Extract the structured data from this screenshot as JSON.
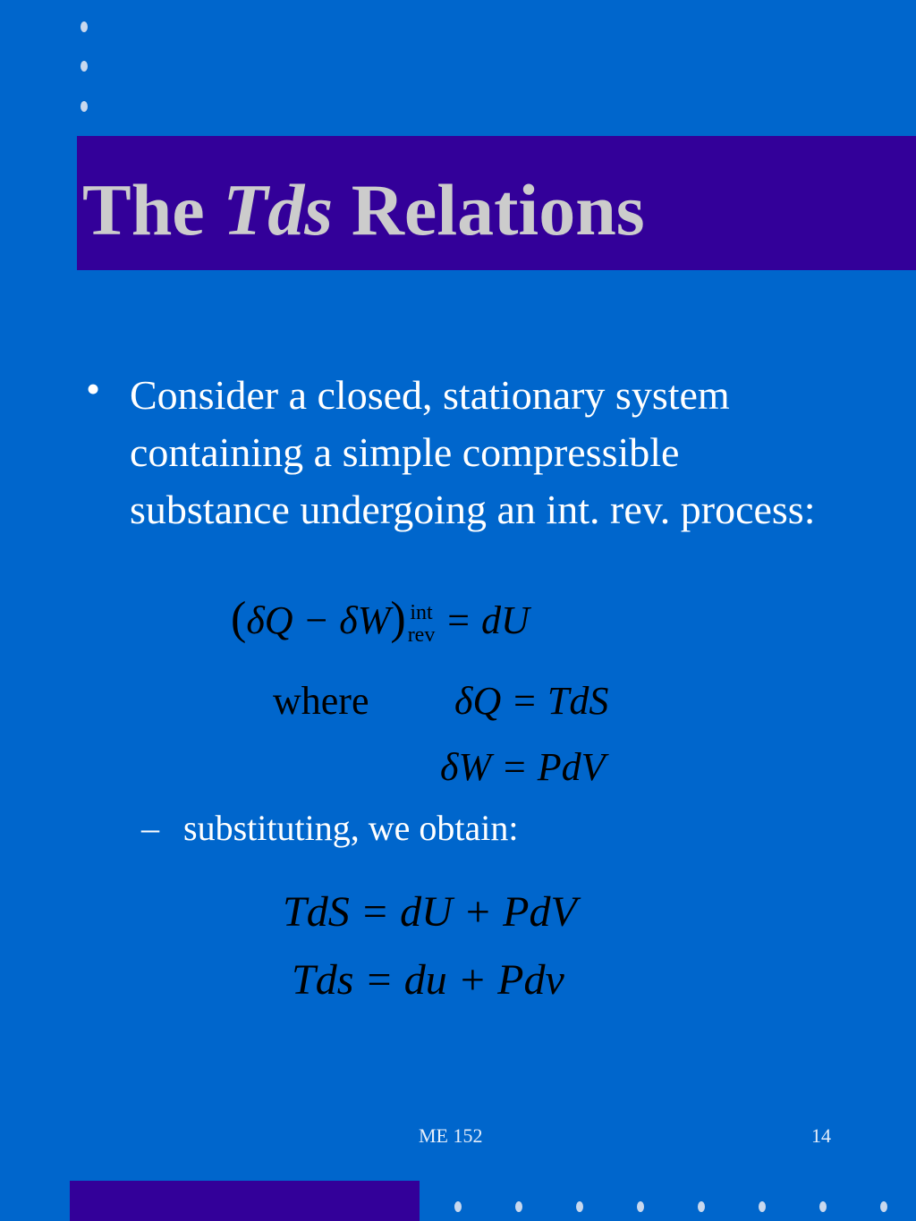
{
  "title": {
    "prefix": "The",
    "italic": "Tds",
    "suffix": "Relations"
  },
  "bullet": {
    "mark": "•",
    "text": "Consider a closed, stationary system containing a simple compressible substance undergoing an int. rev. process:"
  },
  "equations": {
    "energy": {
      "open": "(",
      "lhs": "δQ − δW",
      "close": ")",
      "sub_top": "int",
      "sub_bottom": "rev",
      "rhs": "= dU"
    },
    "where_label": "where",
    "heat": "δQ = TdS",
    "work": "δW = PdV"
  },
  "sub_bullet": {
    "mark": "–",
    "text": "substituting, we obtain:"
  },
  "results": {
    "extensive": "TdS = dU + PdV",
    "intensive": "Tds = du + Pdv"
  },
  "footer": {
    "course": "ME 152",
    "page": "14"
  },
  "colors": {
    "background": "#0066cc",
    "title_band": "#330099",
    "title_text": "#cccccc",
    "equation_text": "#000000"
  }
}
